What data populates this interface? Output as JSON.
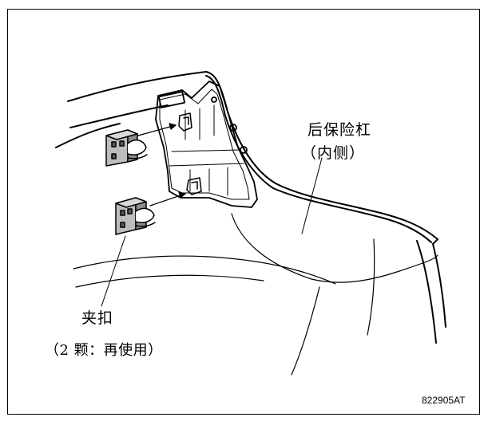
{
  "labels": {
    "rear_bumper": "后保险杠",
    "inner_side": "（内侧）",
    "clip": "夹扣",
    "clip_qty": "（2 颗：再使用）"
  },
  "figure_code": "822905AT",
  "colors": {
    "line": "#000000",
    "clip_fill": "#bdbdbd",
    "clip_dark": "#5a5a5a",
    "background": "#ffffff"
  }
}
